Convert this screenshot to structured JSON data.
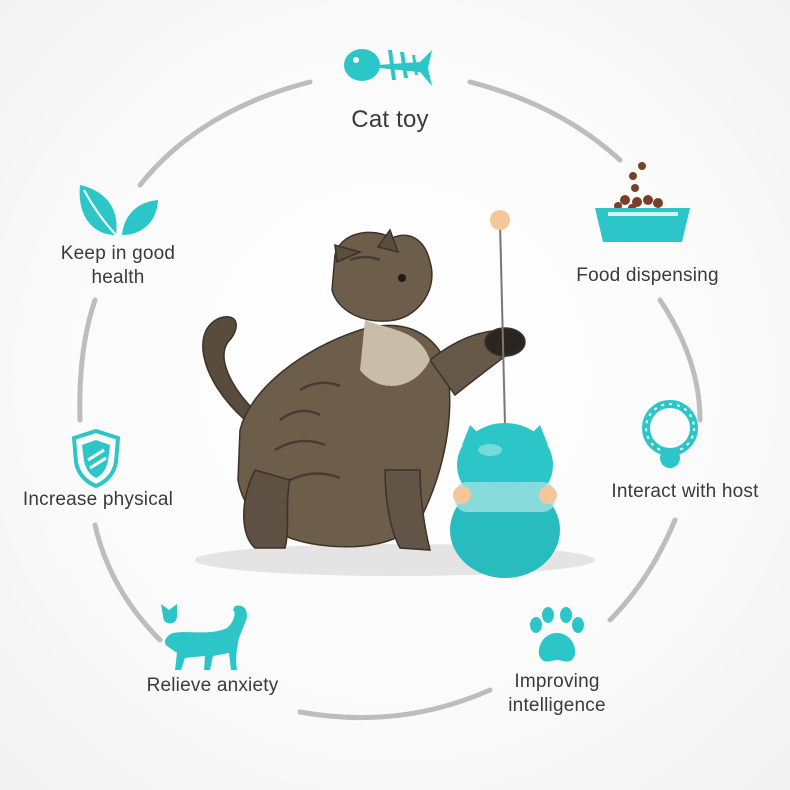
{
  "colors": {
    "accent": "#2dc6c8",
    "ring": "#bdbdbd",
    "text": "#3a3a3a",
    "toy_ball": "#f4c79a"
  },
  "features": [
    {
      "label": "Cat toy",
      "icon": "fish-bone-icon"
    },
    {
      "label": "Food dispensing",
      "icon": "food-bowl-icon"
    },
    {
      "label": "Interact with host",
      "icon": "pet-collar-icon"
    },
    {
      "label": "Improving intelligence",
      "icon": "paw-prints-icon"
    },
    {
      "label": "Relieve anxiety",
      "icon": "cat-silhouette-icon"
    },
    {
      "label": "Increase physical",
      "icon": "shield-icon"
    },
    {
      "label": "Keep in good health",
      "icon": "leaf-icon"
    }
  ],
  "illustration": {
    "subject": "cat-photo",
    "product": "tumbler-toy"
  }
}
